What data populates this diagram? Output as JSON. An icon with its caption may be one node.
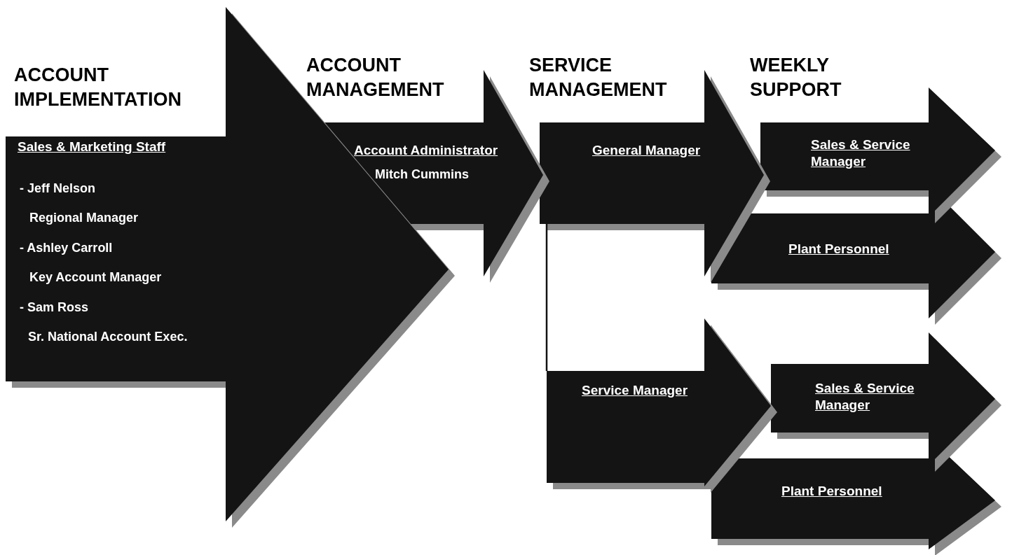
{
  "diagram": {
    "nodes": [
      {
        "text": [
          "ACCOUNT IMPLEMENTATION",
          "Sales & Marketing Staff",
          "- Jeff Nelson",
          "Regional Manager",
          "- Ashley Carroll",
          "Key Account Manager",
          "- Sam Ross",
          "Sr. National Account Exec."
        ]
      },
      {
        "text": [
          "ACCOUNT MANAGEMENT",
          "Account Administrator",
          "Mitch Cummins"
        ]
      },
      {
        "text": [
          "SERVICE MANAGEMENT",
          "General Manager"
        ]
      },
      {
        "text": [
          "WEEKLY SUPPORT",
          "Sales & Service Manager"
        ]
      },
      {
        "text": [
          "Plant Personnel"
        ]
      },
      {
        "text": [
          "Service Manager"
        ]
      },
      {
        "text": [
          "Sales & Service Manager"
        ]
      },
      {
        "text": [
          "Plant Personnel"
        ]
      }
    ],
    "edges": [
      {
        "from": 2,
        "to": 5,
        "arrow": "none"
      }
    ]
  }
}
